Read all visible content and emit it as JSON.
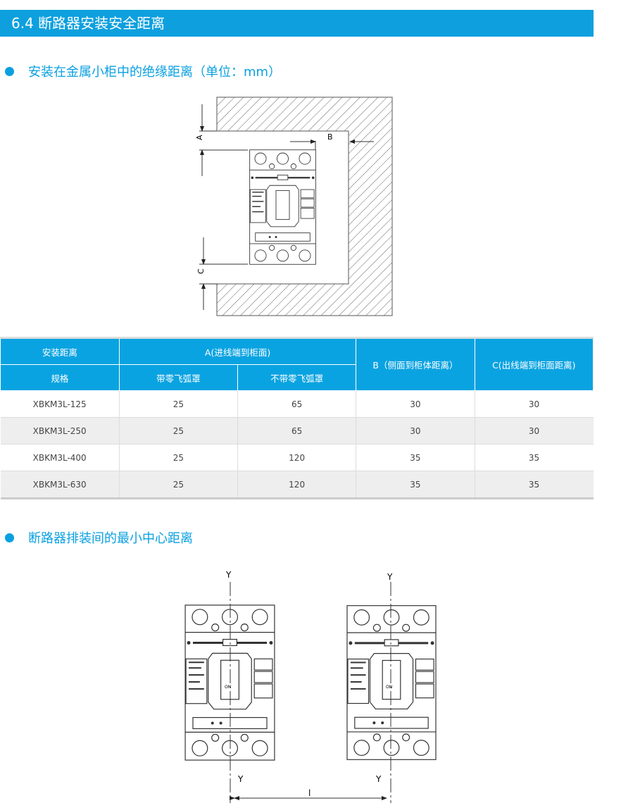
{
  "header": {
    "title": "6.4 断路器安装安全距离"
  },
  "section1": {
    "title": "安装在金属小柜中的绝缘距离（单位：mm）",
    "labels": {
      "a": "A",
      "b": "B",
      "c": "C"
    }
  },
  "table": {
    "h_install": "安装距离",
    "h_a": "A(进线端到柜面)",
    "h_b": "B（侧面到柜体距离）",
    "h_c": "C(出线端到柜面距离)",
    "h_spec": "规格",
    "h_a1": "带零飞弧罩",
    "h_a2": "不带零飞弧罩",
    "rows": [
      {
        "spec": "XBKM3L-125",
        "a1": "25",
        "a2": "65",
        "b": "30",
        "c": "30"
      },
      {
        "spec": "XBKM3L-250",
        "a1": "25",
        "a2": "65",
        "b": "30",
        "c": "30"
      },
      {
        "spec": "XBKM3L-400",
        "a1": "25",
        "a2": "120",
        "b": "35",
        "c": "35"
      },
      {
        "spec": "XBKM3L-630",
        "a1": "25",
        "a2": "120",
        "b": "35",
        "c": "35"
      }
    ]
  },
  "section2": {
    "title": "断路器排装间的最小中心距离",
    "labels": {
      "y": "Y",
      "l": "l",
      "on": "ON"
    }
  },
  "colors": {
    "accent": "#0aa0e0"
  }
}
